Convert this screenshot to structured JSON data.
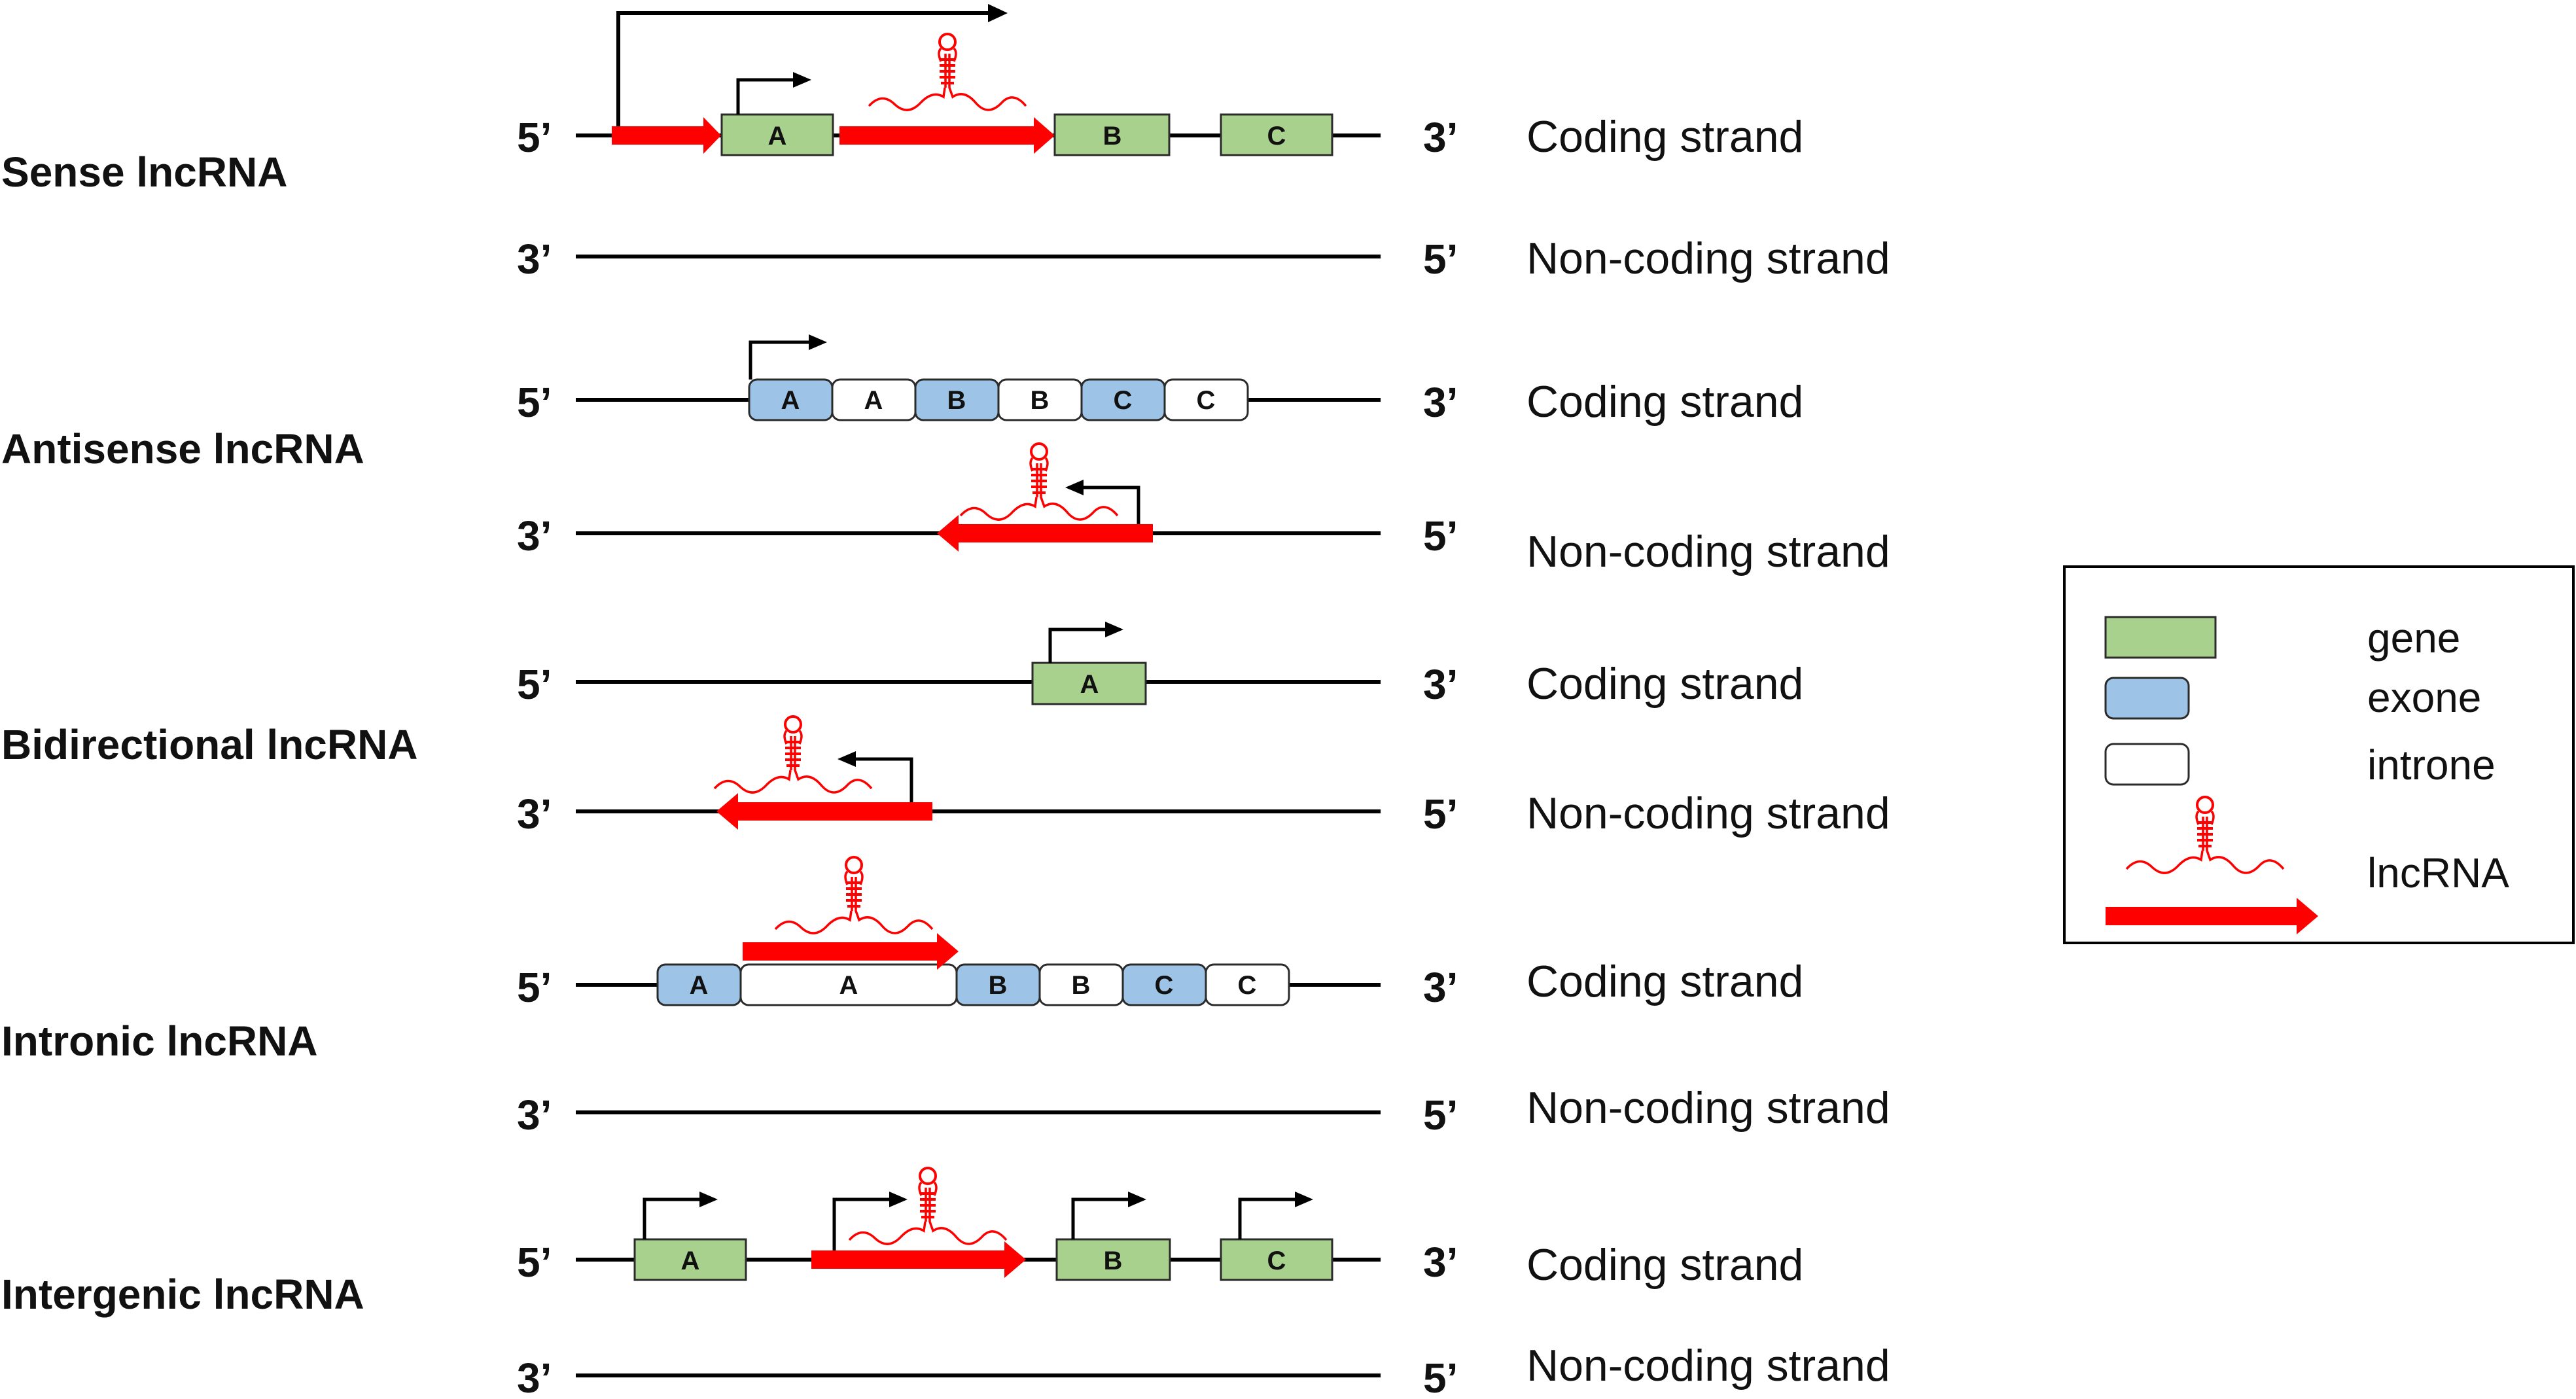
{
  "categories": [
    "Sense lncRNA",
    "Antisense lncRNA",
    "Bidirectional lncRNA",
    "Intronic lncRNA",
    "Intergenic lncRNA"
  ],
  "strand_ends": {
    "five": "5’",
    "three": "3’"
  },
  "strand_names": {
    "coding": "Coding strand",
    "noncoding": "Non-coding strand"
  },
  "box_labels": {
    "a": "A",
    "b": "B",
    "c": "C"
  },
  "legend": {
    "gene": "gene",
    "exon": "exone",
    "intron": "introne",
    "lncrna": "lncRNA"
  },
  "colors": {
    "gene": "#a9d18e",
    "exon": "#9dc3e6",
    "intron": "#ffffff",
    "lncrna": "#ff0000",
    "line": "#000000"
  }
}
